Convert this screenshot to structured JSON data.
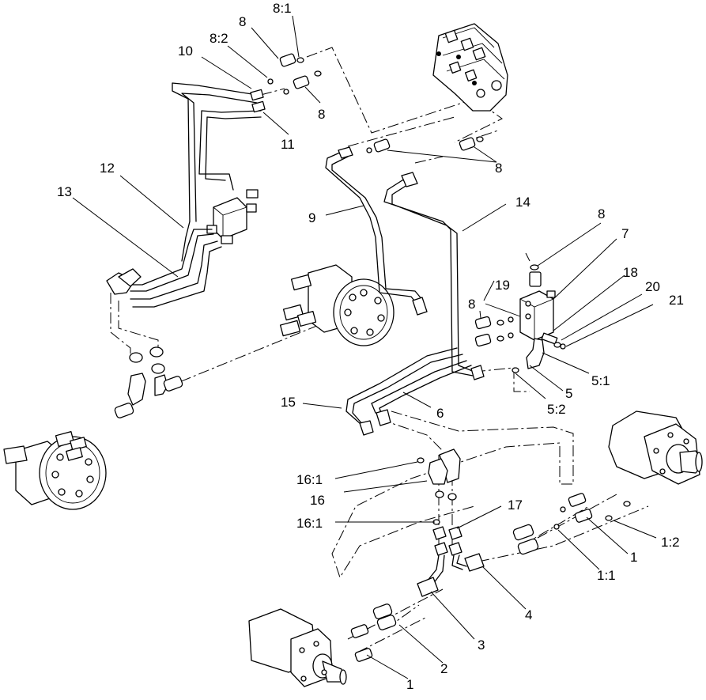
{
  "diagram": {
    "callouts": [
      {
        "id": "c-8-1",
        "text": "8:1"
      },
      {
        "id": "c-8-top",
        "text": "8"
      },
      {
        "id": "c-8-2",
        "text": "8:2"
      },
      {
        "id": "c-10",
        "text": "10"
      },
      {
        "id": "c-8-mid",
        "text": "8"
      },
      {
        "id": "c-11",
        "text": "11"
      },
      {
        "id": "c-8-right",
        "text": "8"
      },
      {
        "id": "c-12",
        "text": "12"
      },
      {
        "id": "c-13",
        "text": "13"
      },
      {
        "id": "c-9",
        "text": "9"
      },
      {
        "id": "c-14",
        "text": "14"
      },
      {
        "id": "c-8-valve",
        "text": "8"
      },
      {
        "id": "c-7",
        "text": "7"
      },
      {
        "id": "c-18",
        "text": "18"
      },
      {
        "id": "c-19",
        "text": "19"
      },
      {
        "id": "c-20",
        "text": "20"
      },
      {
        "id": "c-21",
        "text": "21"
      },
      {
        "id": "c-8-lower",
        "text": "8"
      },
      {
        "id": "c-5-1",
        "text": "5:1"
      },
      {
        "id": "c-5",
        "text": "5"
      },
      {
        "id": "c-5-2",
        "text": "5:2"
      },
      {
        "id": "c-15",
        "text": "15"
      },
      {
        "id": "c-6",
        "text": "6"
      },
      {
        "id": "c-16-1a",
        "text": "16:1"
      },
      {
        "id": "c-16",
        "text": "16"
      },
      {
        "id": "c-16-1b",
        "text": "16:1"
      },
      {
        "id": "c-17",
        "text": "17"
      },
      {
        "id": "c-1-2",
        "text": "1:2"
      },
      {
        "id": "c-1-right",
        "text": "1"
      },
      {
        "id": "c-1-1",
        "text": "1:1"
      },
      {
        "id": "c-4",
        "text": "4"
      },
      {
        "id": "c-3",
        "text": "3"
      },
      {
        "id": "c-2",
        "text": "2"
      },
      {
        "id": "c-1-bottom",
        "text": "1"
      }
    ]
  }
}
